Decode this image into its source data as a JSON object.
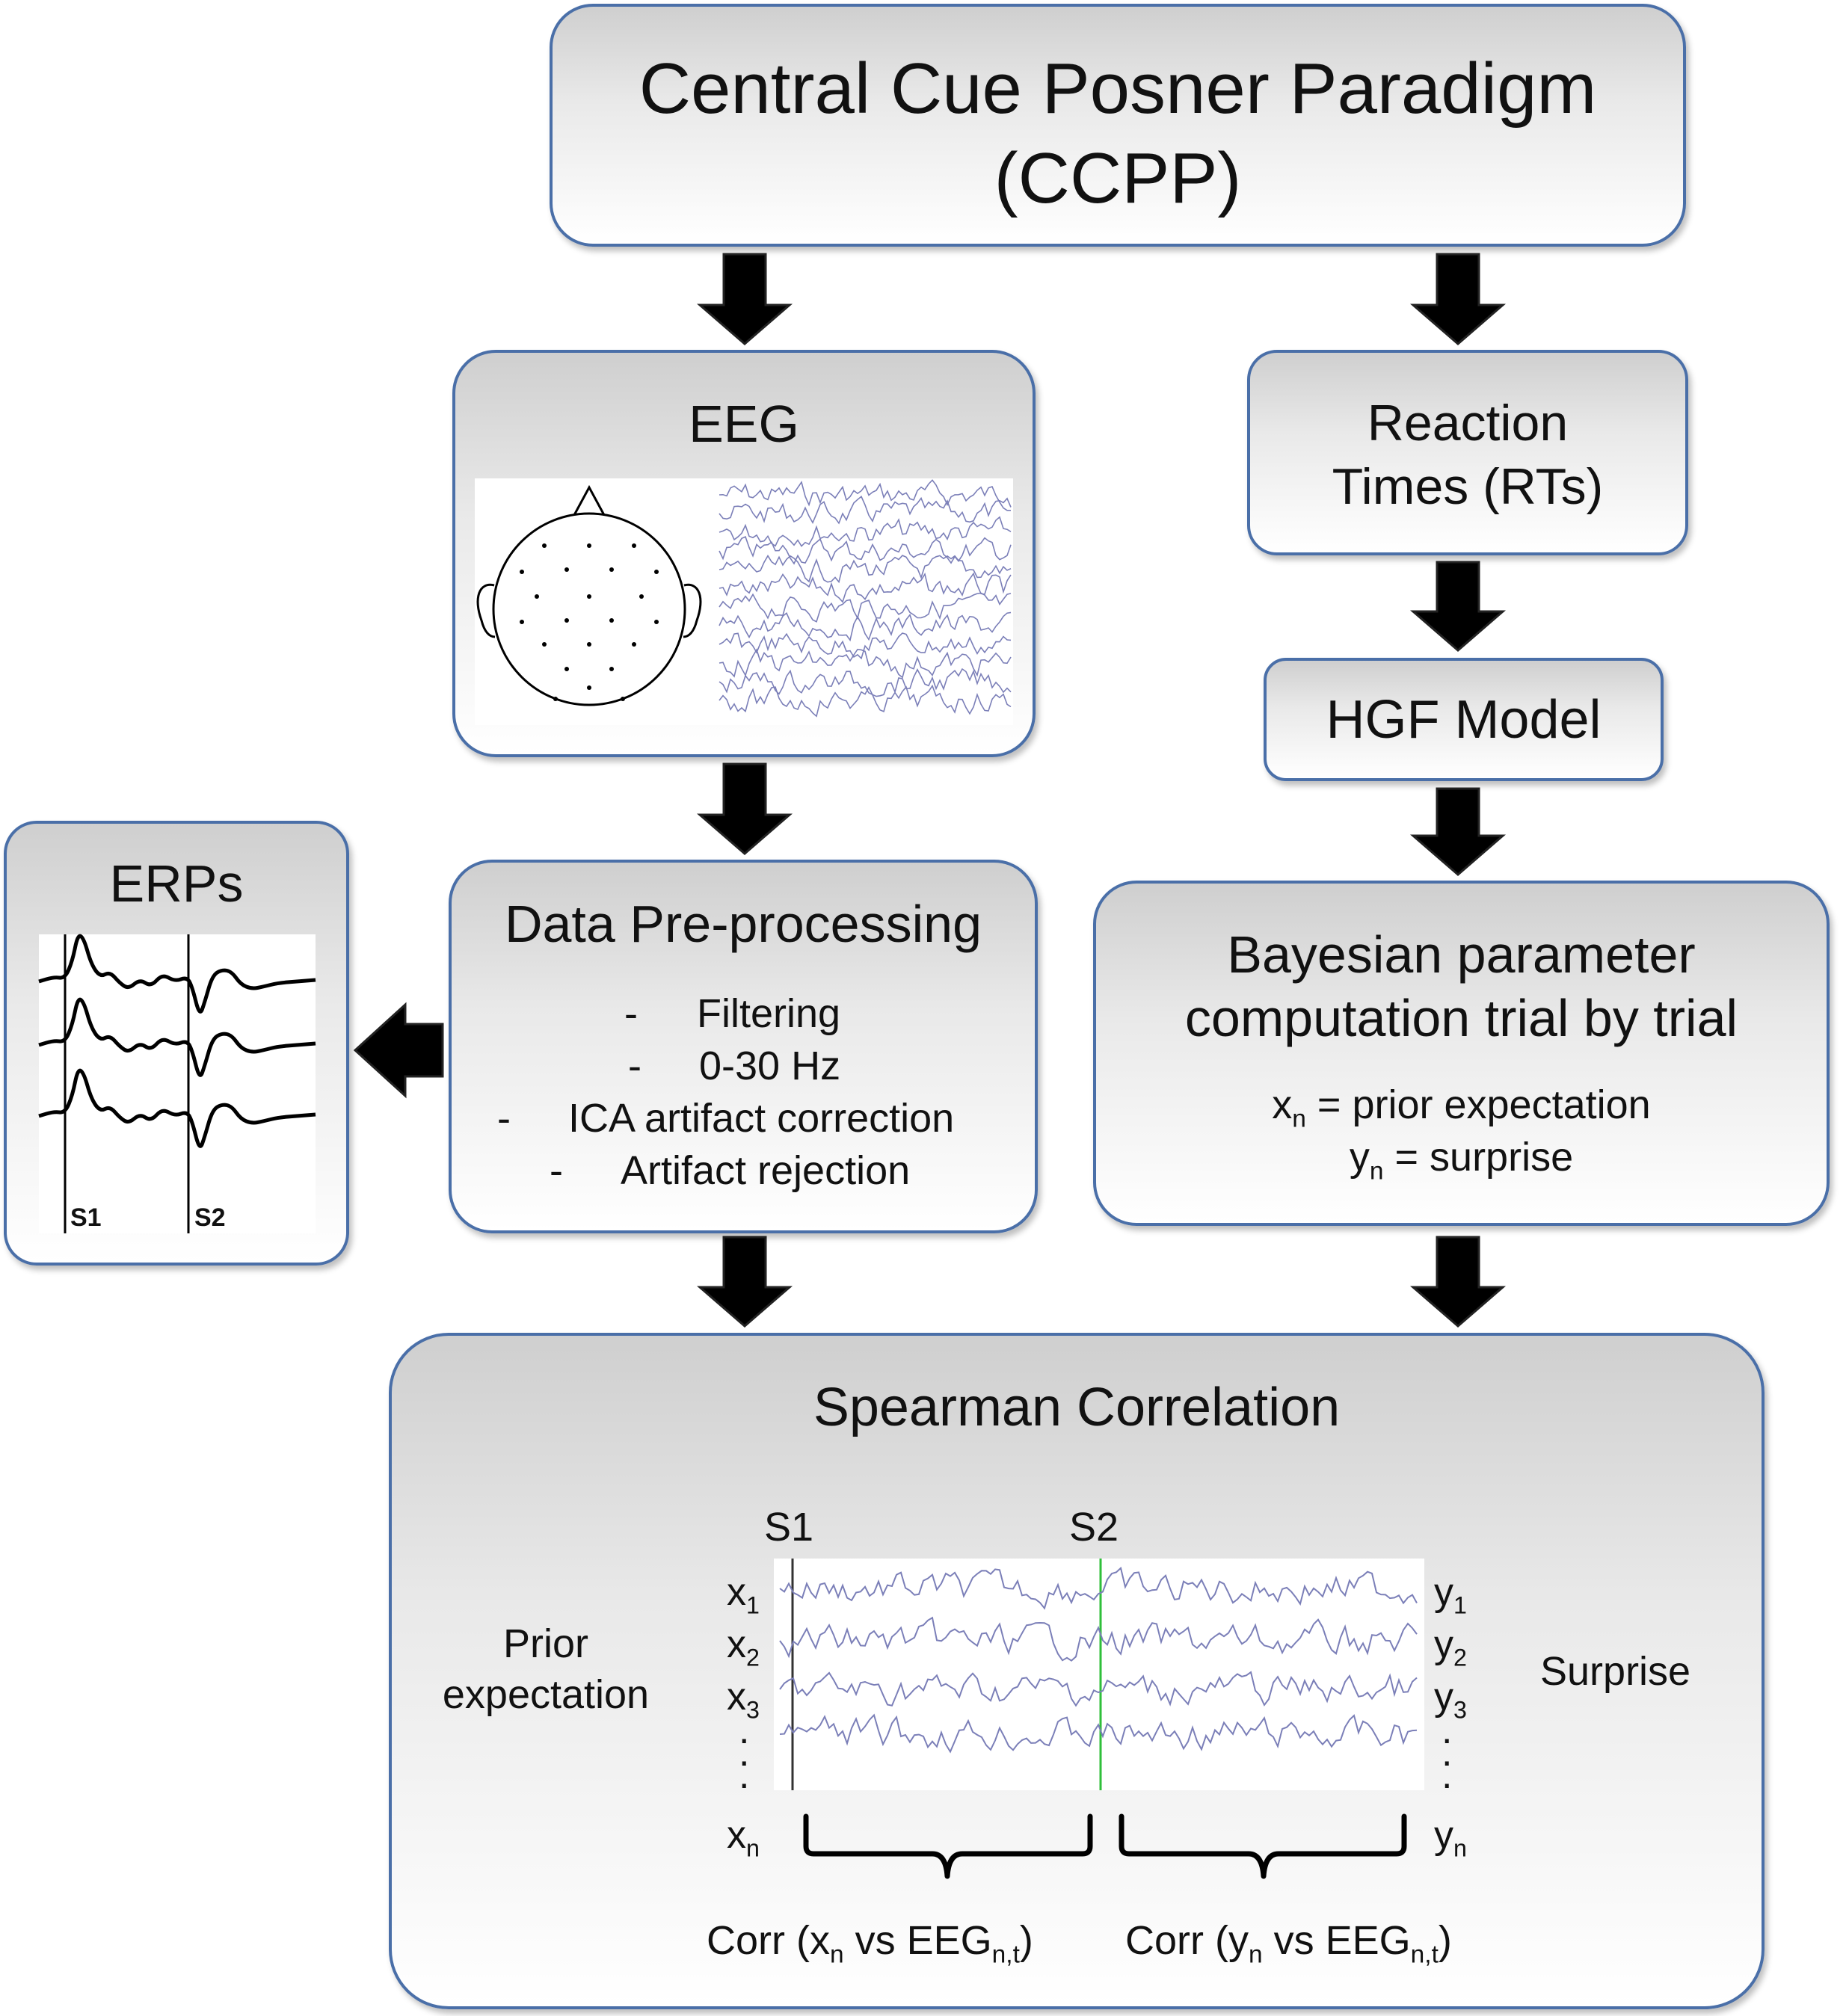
{
  "title": {
    "line1": "Central Cue Posner Paradigm",
    "line2": "(CCPP)"
  },
  "eeg": {
    "title": "EEG"
  },
  "rt": {
    "line1": "Reaction",
    "line2": "Times (RTs)"
  },
  "hgf": {
    "title": "HGF Model"
  },
  "preproc": {
    "title": "Data Pre-processing",
    "dash": "-",
    "items": [
      "Filtering",
      "0-30 Hz",
      "ICA artifact correction",
      "Artifact rejection"
    ]
  },
  "erps": {
    "title": "ERPs",
    "s1": "S1",
    "s2": "S2"
  },
  "bayes": {
    "line1": "Bayesian parameter",
    "line2": "computation trial by trial",
    "x": "x",
    "x_sub": "n",
    "x_def": " = prior expectation",
    "y": "y",
    "y_sub": "n",
    "y_def": " = surprise"
  },
  "spearman": {
    "title": "Spearman Correlation",
    "s1": "S1",
    "s2": "S2",
    "prior_line1": "Prior",
    "prior_line2": "expectation",
    "surprise": "Surprise",
    "x": "x",
    "y": "y",
    "subs": [
      "1",
      "2",
      "3"
    ],
    "n": "n",
    "dots": ".",
    "corr_open": "Corr (",
    "vs_eeg": " vs EEG",
    "nt": "n,t",
    "close": ")"
  }
}
